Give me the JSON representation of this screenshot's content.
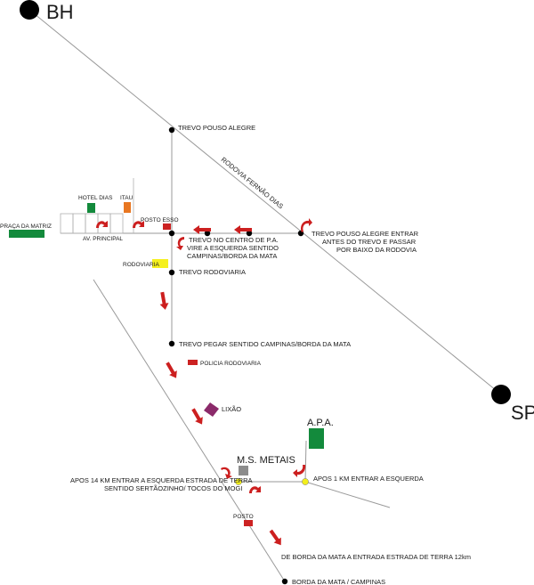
{
  "cities": {
    "north": "BH",
    "south": "SP"
  },
  "labels": {
    "trevo_pouso_alegre": "TREVO POUSO ALEGRE",
    "rodovia": "RODOVIA FERNÃO DIAS",
    "hotel_dias": "HOTEL DIAS",
    "itau": "ITAU",
    "posto_esso": "POSTO ESSO",
    "praca_da_matriz": "PRAÇA DA MATRIZ",
    "av_principal": "AV. PRINCIPAL",
    "rodoviaria": "RODOVIARIA",
    "trevo_rodoviaria": "TREVO RODOVIARIA",
    "centro_line1": "TREVO NO CENTRO DE P.A.",
    "centro_line2": "VIRE A ESQUERDA SENTIDO",
    "centro_line3": "CAMPINAS/BORDA DA MATA",
    "pa_line1": "TREVO POUSO ALEGRE ENTRAR",
    "pa_line2": "ANTES DO TREVO E PASSAR",
    "pa_line3": "POR BAIXO DA RODOVIA",
    "trevo_pegar": "TREVO PEGAR SENTIDO CAMPINAS/BORDA DA MATA",
    "policia": "POLICIA RODOVIARIA",
    "lixao": "LIXÃO",
    "apa": "A.P.A.",
    "ms_metais": "M.S. METAIS",
    "apos14_line1": "APOS 14 KM ENTRAR A ESQUERDA ESTRADA DE TERRA",
    "apos14_line2": "SENTIDO SERTÃOZINHO/ TOCOS DO MOGI",
    "apos1": "APOS 1 KM ENTRAR A ESQUERDA",
    "posto": "POSTO",
    "borda_terra": "DE BORDA DA MATA A ENTRADA ESTRADA DE TERRA 12km",
    "borda_campinas": "BORDA DA MATA / CAMPINAS"
  },
  "colors": {
    "green": "#138a3c",
    "orange": "#e87722",
    "red": "#cc2222",
    "yellow": "#f5f01e",
    "purple": "#8b2a6a",
    "gray": "#8c8c8c",
    "arrow_red": "#cc1f1f"
  },
  "icons": [
    "left-arrow-icon",
    "down-arrow-icon",
    "u-turn-arrow-icon"
  ]
}
